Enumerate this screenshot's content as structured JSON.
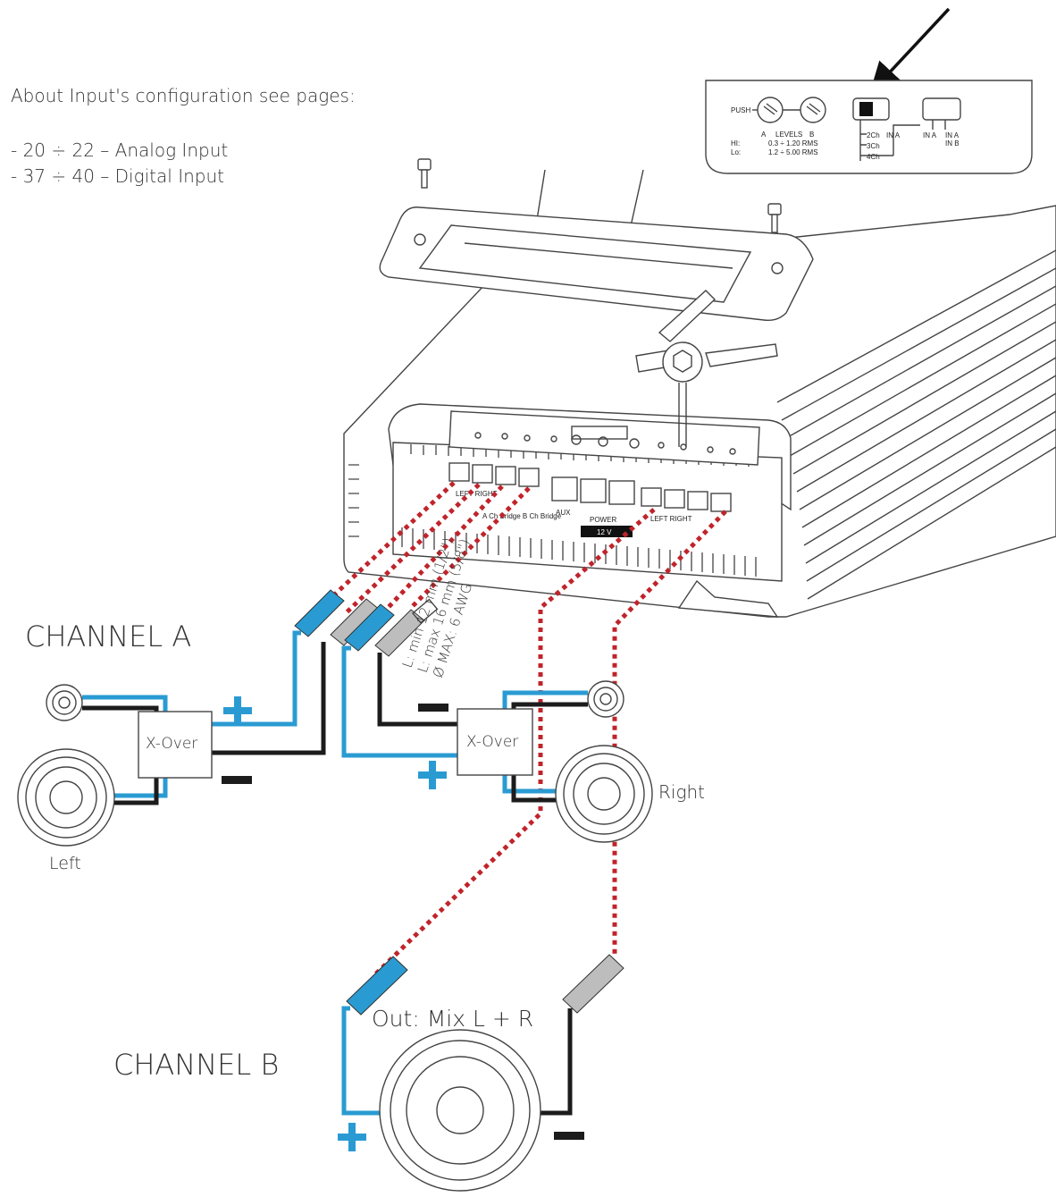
{
  "info": {
    "heading": "About Input's configuration see pages:",
    "item1": "- 20 ÷ 22 – Analog Input",
    "item2": "- 37 ÷ 40 – Digital Input"
  },
  "panel": {
    "push": "PUSH",
    "hi": "HI:",
    "lo": "Lo:",
    "a": "A",
    "levels": "LEVELS",
    "b": "B",
    "range_hi": "0.3 ÷ 1.20 RMS",
    "range_lo": "1.2 ÷ 5.00 RMS",
    "mode_2ch": "2Ch",
    "in_a_small": "IN A",
    "mode_3ch": "3Ch",
    "mode_4ch": "4Ch",
    "in_a": "IN A",
    "in_a2": "IN A",
    "in_b": "IN B"
  },
  "amp": {
    "left_right_a": "LEFT RIGHT",
    "power": "POWER",
    "voltage": "12 V",
    "left_right_b": "LEFT RIGHT",
    "aux": "AUX",
    "bridge_note": "A Ch Bridge B Ch Bridge"
  },
  "wire_spec": {
    "line1": "L: min 12 mm (1/2\")",
    "line2": "L: max 16 mm (5/8\")",
    "line3": "Ø MAX: 6 AWG"
  },
  "labels": {
    "channel_a": "CHANNEL A",
    "channel_b": "CHANNEL B",
    "xover_left": "X-Over",
    "xover_right": "X-Over",
    "left": "Left",
    "right": "Right",
    "out_mix": "Out: Mix L + R",
    "plus": "+",
    "minus": "−"
  },
  "colors": {
    "positive_wire": "#2a9bd2",
    "negative_wire": "#1c1c1c",
    "signal_path": "#c0242b"
  }
}
